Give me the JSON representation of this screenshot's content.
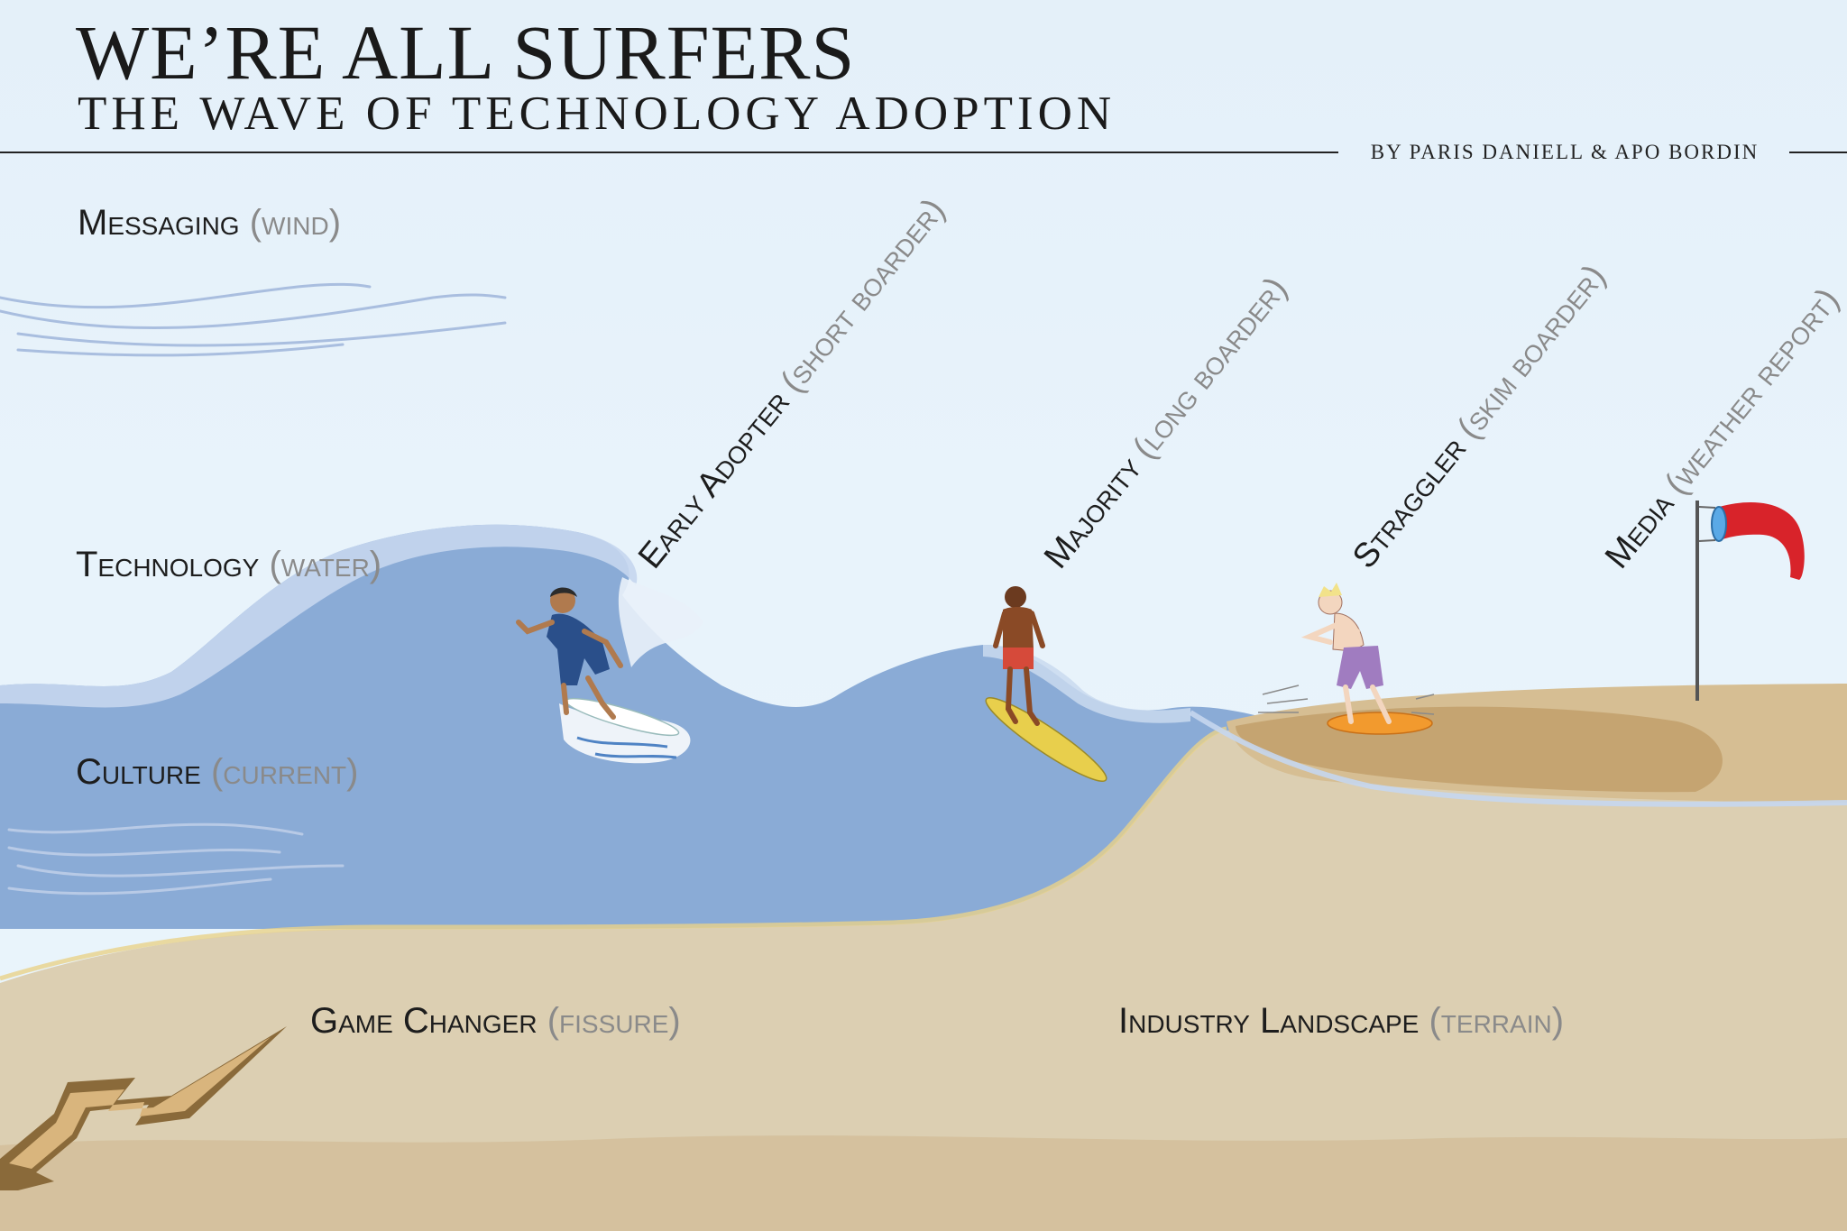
{
  "header": {
    "title": "WE’RE ALL SURFERS",
    "subtitle": "THE WAVE OF TECHNOLOGY ADOPTION",
    "byline": "BY PARIS DANIELL & APO BORDIN"
  },
  "labels": {
    "messaging": {
      "name": "Messaging",
      "metaphor": "(wind)"
    },
    "technology": {
      "name": "Technology",
      "metaphor": "(water)"
    },
    "culture": {
      "name": "Culture",
      "metaphor": "(current)"
    },
    "game_changer": {
      "name": "Game Changer",
      "metaphor": "(fissure)"
    },
    "industry_landscape": {
      "name": "Industry Landscape",
      "metaphor": "(terrain)"
    },
    "early_adopter": {
      "name": "Early Adopter",
      "metaphor": "(short boarder)"
    },
    "majority": {
      "name": "Majority",
      "metaphor": "(long boarder)"
    },
    "straggler": {
      "name": "Straggler",
      "metaphor": "(skim boarder)"
    },
    "media": {
      "name": "Media",
      "metaphor": "(weather report)"
    }
  },
  "colors": {
    "sky": "#e6f2fa",
    "wave": "#8aabd6",
    "wave_light": "#c2d4ec",
    "sand": "#dccfb2",
    "sand_dark": "#c6ad80",
    "shallow_sand": "#c9a56e",
    "windsock": "#d8232a",
    "surfboard_short": "#ffffff",
    "surfboard_long": "#e8cf4c",
    "skimboard": "#f29a2e"
  },
  "icons": {
    "wind": "wind-lines-icon",
    "current": "current-lines-icon",
    "fissure": "fissure-crack-icon",
    "windsock": "windsock-icon"
  }
}
